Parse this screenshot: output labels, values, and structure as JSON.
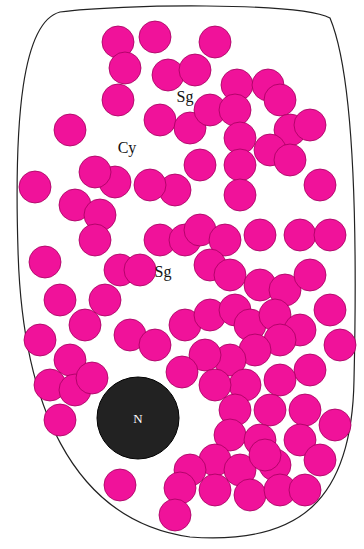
{
  "diagram": {
    "nodes": [
      {
        "text": [
          "Cy"
        ]
      },
      {
        "text": [
          "N"
        ],
        "in": 0
      }
    ],
    "labels": [
      "Sg",
      "Sg"
    ]
  }
}
